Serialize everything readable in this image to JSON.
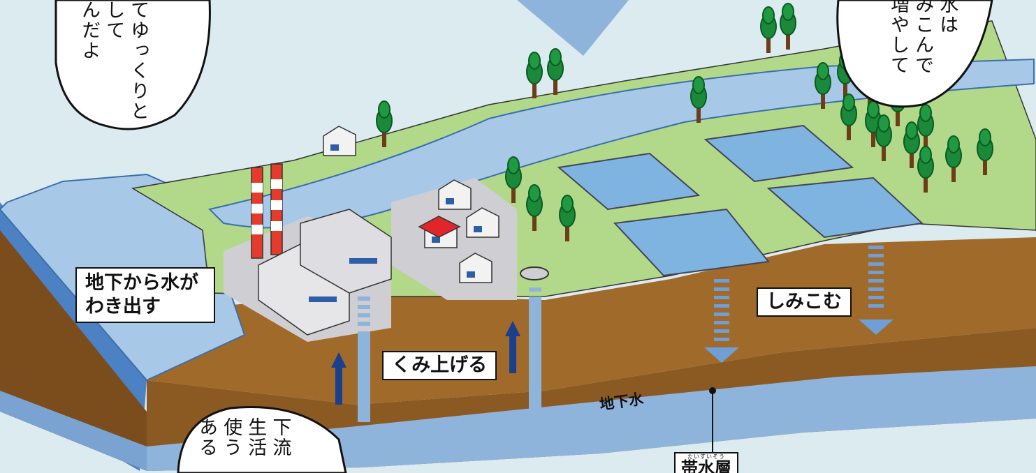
{
  "labels": {
    "spring": [
      "地下から水が",
      "わき出す"
    ],
    "pump": "くみ上げる",
    "seep": "しみこむ",
    "groundwater": "地下水",
    "aquifer_ruby": "たいすいそう",
    "aquifer": "帯水層"
  },
  "bubbles": {
    "top_left": [
      "てゆっくりと",
      "して",
      "んだよ"
    ],
    "top_right": [
      "水は",
      "みこんで",
      "増やして"
    ],
    "bottom_left": [
      "下流",
      "生活",
      "使う",
      "ある"
    ]
  }
}
